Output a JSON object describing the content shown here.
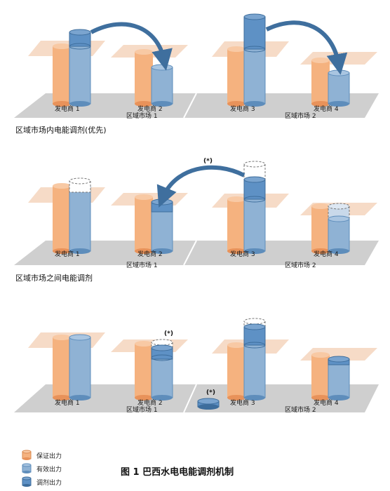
{
  "colors": {
    "guaranteed": "#f5b27f",
    "guaranteed_side": "#e8925a",
    "effective": "#8fb2d4",
    "effective_side": "#5e8dbb",
    "dispatch": "#5e91c5",
    "dispatch_side": "#3d6d9c",
    "floor": "#cfcfcf",
    "plane": "#f3cfb4",
    "arrow": "#3f6f9e"
  },
  "panels": [
    {
      "section_label": "区域市场内电能调剂(优先)",
      "market1_label": "区域市场 1",
      "market2_label": "区域市场 2",
      "generators": [
        "发电商 1",
        "发电商 2",
        "发电商 3",
        "发电商 4"
      ],
      "asterisks": []
    },
    {
      "section_label": "区域市场之间电能调剂",
      "market1_label": "区域市场 1",
      "market2_label": "区域市场 2",
      "generators": [
        "发电商 1",
        "发电商 2",
        "发电商 3",
        "发电商 4"
      ],
      "asterisks": [
        "(*)"
      ]
    },
    {
      "section_label": "",
      "market1_label": "区域市场 1",
      "market2_label": "区域市场 2",
      "generators": [
        "发电商 1",
        "发电商 2",
        "发电商 3",
        "发电商 4"
      ],
      "asterisks": [
        "(*)",
        "(*)"
      ]
    }
  ],
  "legend": [
    {
      "label": "保证出力",
      "icon": "guaranteed-cylinder-icon"
    },
    {
      "label": "有效出力",
      "icon": "effective-cylinder-icon"
    },
    {
      "label": "调剂出力",
      "icon": "dispatch-cylinder-icon"
    }
  ],
  "caption": "图 1   巴西水电电能调剂机制"
}
